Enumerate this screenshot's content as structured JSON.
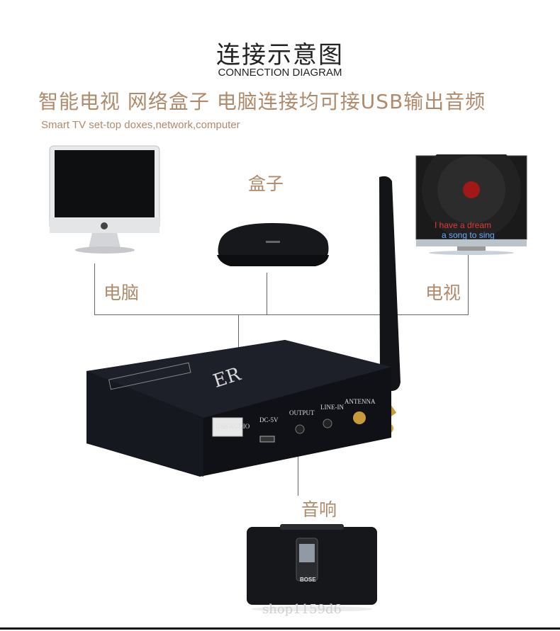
{
  "title": {
    "cn": "连接示意图",
    "en": "CONNECTION DIAGRAM"
  },
  "subtitle": {
    "cn": "智能电视  网络盒子  电脑连接均可接USB输出音频",
    "en": "Smart TV  set-top doxes,network,computer"
  },
  "labels": {
    "box": "盒子",
    "computer": "电脑",
    "tv": "电视",
    "speaker": "音响"
  },
  "tv_screen": {
    "line1": "I have a dream",
    "line2": "a song to sing"
  },
  "device_ports": {
    "usb": "USB AUDIO",
    "dc": "DC-5V",
    "output": "OUTPUT",
    "line_in": "LINE-IN",
    "antenna": "ANTENNA"
  },
  "speaker_brand": "BOSE",
  "watermark": "shop1159d6",
  "colors": {
    "label": "#b08a6a",
    "device": "#15181f",
    "lyric_red": "#e03a3a",
    "lyric_blue": "#6aa8ff"
  }
}
